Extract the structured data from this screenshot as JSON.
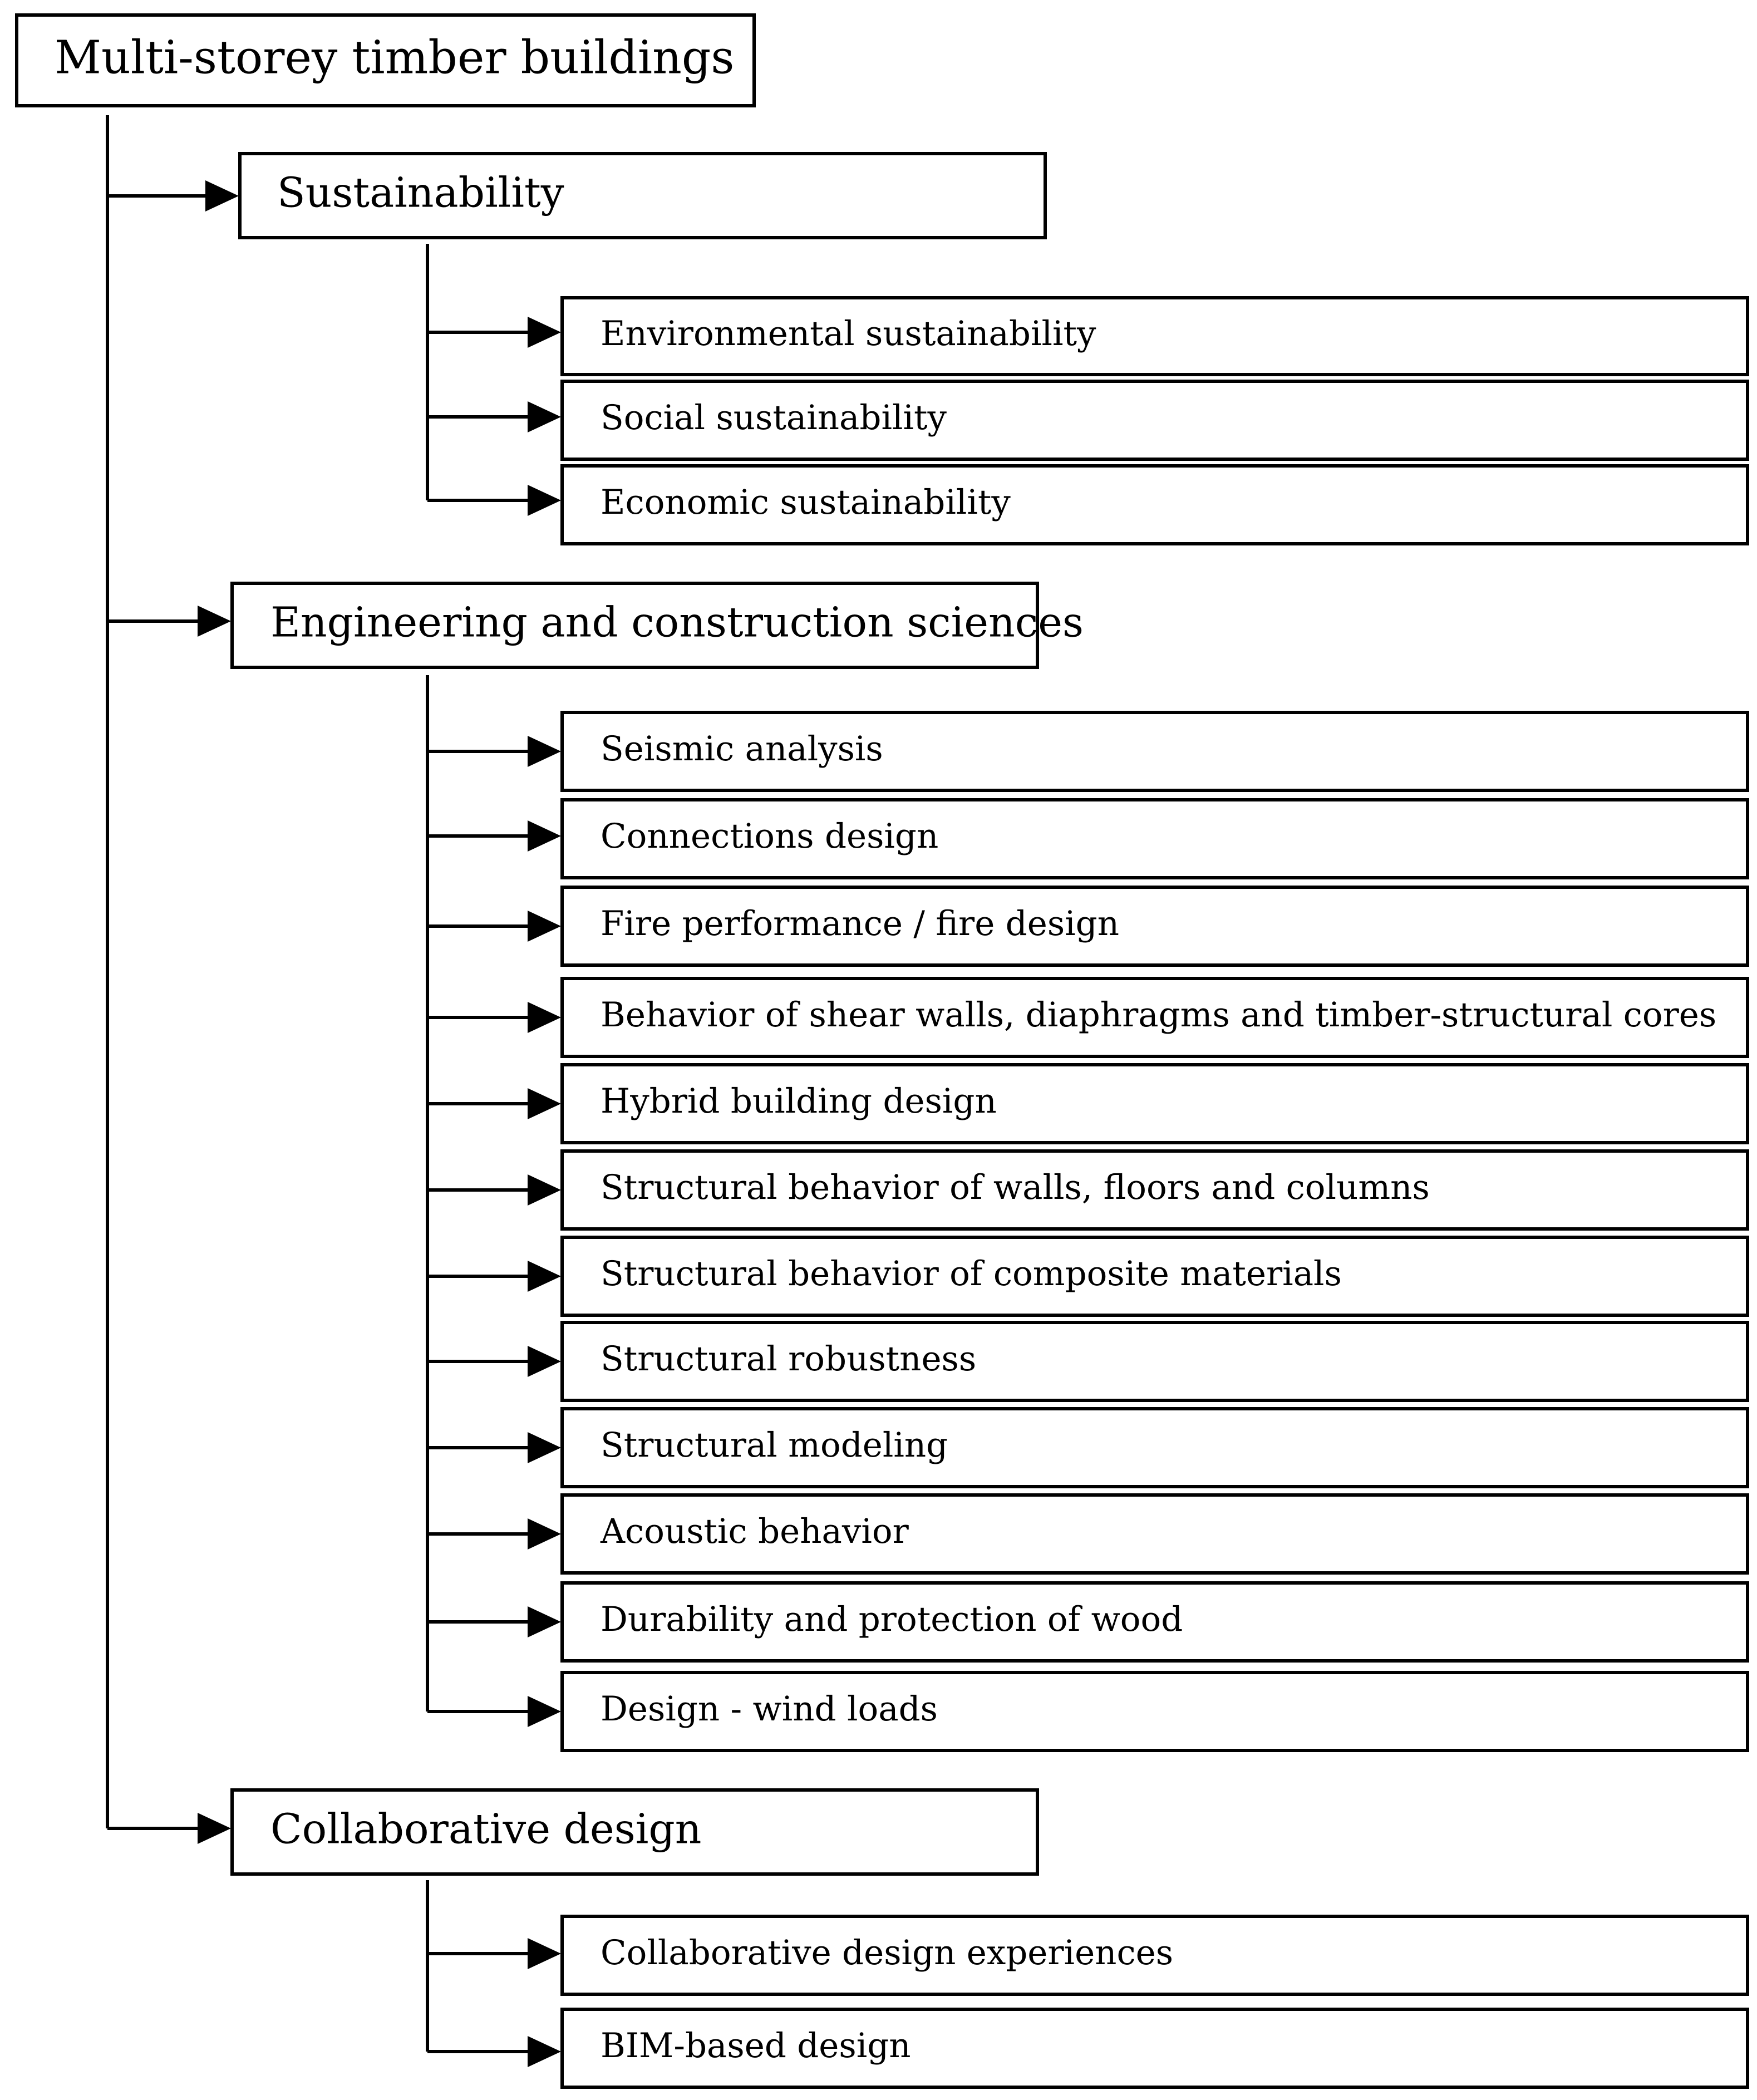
{
  "root": {
    "label": "Multi-storey timber buildings"
  },
  "categories": [
    {
      "label": "Sustainability",
      "items": [
        "Environmental sustainability",
        "Social sustainability",
        "Economic sustainability"
      ]
    },
    {
      "label": "Engineering and construction sciences",
      "items": [
        "Seismic analysis",
        "Connections design",
        "Fire performance / fire design",
        "Behavior of shear walls, diaphragms and timber-structural cores",
        "Hybrid building design",
        "Structural behavior of walls, floors and columns",
        "Structural behavior of composite materials",
        "Structural robustness",
        "Structural modeling",
        "Acoustic behavior",
        "Durability and protection of wood",
        "Design - wind loads"
      ]
    },
    {
      "label": "Collaborative design",
      "items": [
        "Collaborative design experiences",
        "BIM-based design"
      ]
    }
  ]
}
